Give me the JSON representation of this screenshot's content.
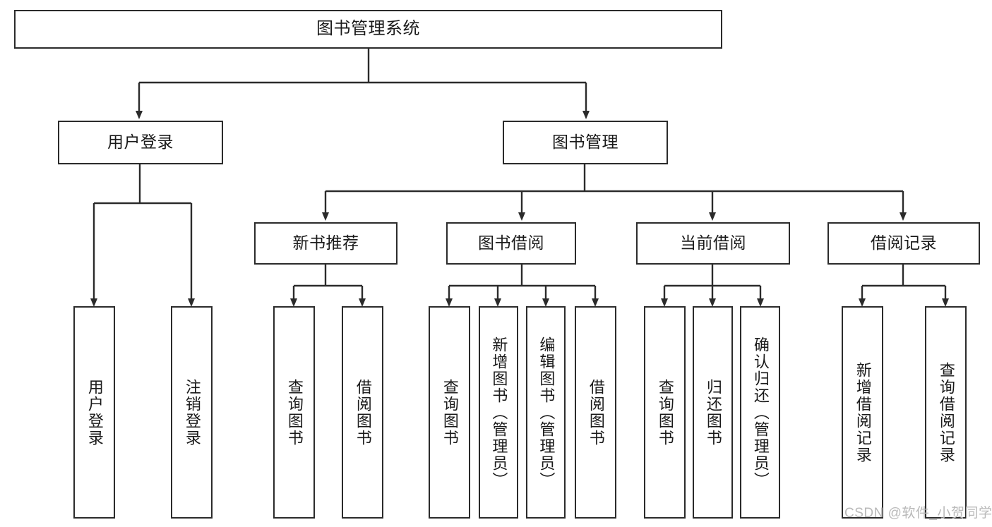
{
  "diagram": {
    "type": "tree-hierarchy",
    "title": "图书管理系统",
    "style": {
      "box_border_color": "#2b2b2b",
      "box_fill": "#ffffff",
      "connector_color": "#2b2b2b",
      "text_color": "#1a1a1a",
      "background": "#ffffff"
    },
    "root": {
      "label": "图书管理系统"
    },
    "level1": [
      {
        "label": "用户登录"
      },
      {
        "label": "图书管理"
      }
    ],
    "user_login_children": [
      {
        "label": "用户登录"
      },
      {
        "label": "注销登录"
      }
    ],
    "book_manage_children": [
      {
        "label": "新书推荐"
      },
      {
        "label": "图书借阅"
      },
      {
        "label": "当前借阅"
      },
      {
        "label": "借阅记录"
      }
    ],
    "new_book_children": [
      {
        "label": "查询图书"
      },
      {
        "label": "借阅图书"
      }
    ],
    "borrow_children": [
      {
        "label": "查询图书"
      },
      {
        "label": "新增图书（管理员）"
      },
      {
        "label": "编辑图书（管理员）"
      },
      {
        "label": "借阅图书"
      }
    ],
    "current_borrow_children": [
      {
        "label": "查询图书"
      },
      {
        "label": "归还图书"
      },
      {
        "label": "确认归还（管理员）"
      }
    ],
    "record_children": [
      {
        "label": "新增借阅记录"
      },
      {
        "label": "查询借阅记录"
      }
    ]
  },
  "watermark": {
    "text": "CSDN @软件_小贺同学"
  }
}
